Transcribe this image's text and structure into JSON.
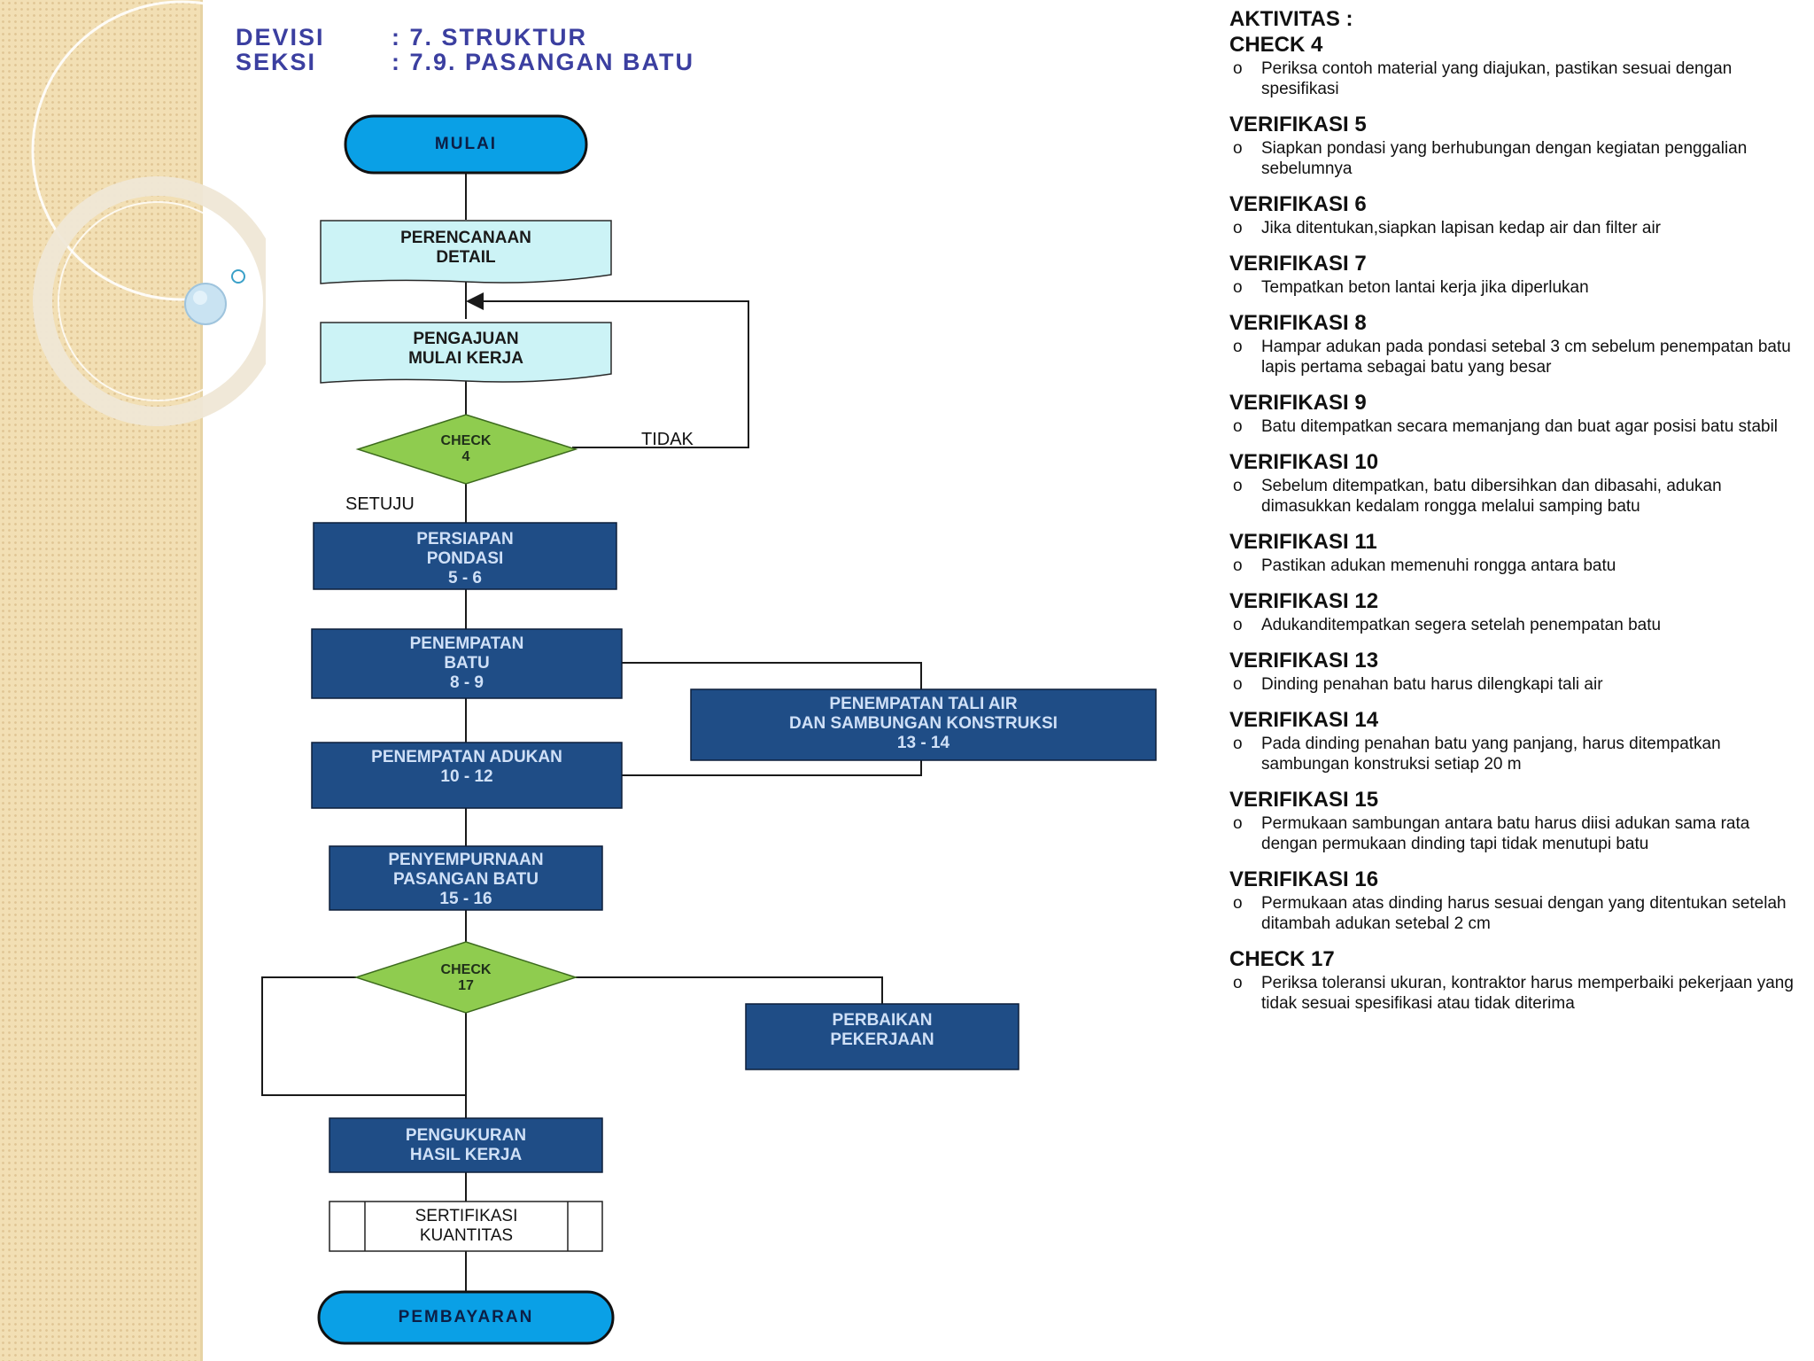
{
  "header": {
    "devisi_label": "DEVISI",
    "devisi_value": ": 7. STRUKTUR",
    "seksi_label": "SEKSI",
    "seksi_value": ": 7.9. PASANGAN BATU"
  },
  "flowchart": {
    "nodes": {
      "mulai": "MULAI",
      "perencanaan": "PERENCANAAN\nDETAIL",
      "pengajuan": "PENGAJUAN\nMULAI KERJA",
      "check4": "CHECK\n4",
      "persiapan": "PERSIAPAN\nPONDASI\n5 - 6",
      "penempatan_batu": "PENEMPATAN\nBATU\n8 - 9",
      "tali_air": "PENEMPATAN TALI AIR\nDAN SAMBUNGAN KONSTRUKSI\n13 - 14",
      "adukan": "PENEMPATAN ADUKAN\n10 - 12",
      "penyempurnaan": "PENYEMPURNAAN\nPASANGAN BATU\n15 - 16",
      "check17": "CHECK\n17",
      "perbaikan": "PERBAIKAN\nPEKERJAAN",
      "pengukuran": "PENGUKURAN\nHASIL KERJA",
      "sertifikasi": "SERTIFIKASI\nKUANTITAS",
      "pembayaran": "PEMBAYARAN"
    },
    "labels": {
      "tidak": "TIDAK",
      "setuju": "SETUJU"
    },
    "colors": {
      "terminal": "#0aa0e6",
      "document": "#ccf3f6",
      "decision": "#8fcc4f",
      "process": "#1f4d86",
      "line": "#1a1a1a"
    }
  },
  "notes": {
    "title_1": "AKTIVITAS :",
    "sections": [
      {
        "heading": "CHECK  4",
        "item": "Periksa contoh material yang diajukan, pastikan sesuai dengan spesifikasi"
      },
      {
        "heading": "VERIFIKASI  5",
        "item": "Siapkan pondasi yang berhubungan  dengan kegiatan penggalian  sebelumnya"
      },
      {
        "heading": "VERIFIKASI  6",
        "item": "Jika ditentukan,siapkan lapisan kedap air dan  filter air"
      },
      {
        "heading": "VERIFIKASI  7",
        "item": "Tempatkan beton lantai kerja jika diperlukan"
      },
      {
        "heading": "VERIFIKASI  8",
        "item": "Hampar adukan  pada pondasi setebal 3 cm sebelum penempatan  batu lapis pertama sebagai batu yang besar"
      },
      {
        "heading": "VERIFIKASI  9",
        "item": "Batu ditempatkan secara memanjang  dan buat agar posisi batu stabil"
      },
      {
        "heading": "VERIFIKASI 10",
        "item": "Sebelum ditempatkan, batu dibersihkan dan dibasahi, adukan dimasukkan kedalam rongga melalui samping batu"
      },
      {
        "heading": "VERIFIKASI 11",
        "item": "Pastikan adukan memenuhi rongga  antara batu"
      },
      {
        "heading": "VERIFIKASI 12",
        "item": "Adukanditempatkan segera setelah penempatan batu"
      },
      {
        "heading": "VERIFIKASI 13",
        "item": "Dinding penahan batu harus dilengkapi tali air"
      },
      {
        "heading": "VERIFIKASI 14",
        "item": "Pada dinding penahan batu yang panjang, harus ditempatkan sambungan konstruksi setiap 20 m"
      },
      {
        "heading": "VERIFIKASI 15",
        "item": "Permukaan sambungan antara batu harus diisi adukan sama rata dengan permukaan dinding tapi tidak menutupi batu"
      },
      {
        "heading": "VERIFIKASI 16",
        "item": "Permukaan atas dinding harus sesuai dengan  yang ditentukan setelah ditambah adukan setebal 2 cm"
      },
      {
        "heading": "CHECK 17",
        "item": "Periksa toleransi ukuran, kontraktor harus memperbaiki pekerjaan yang tidak sesuai spesifikasi atau tidak diterima"
      }
    ]
  }
}
